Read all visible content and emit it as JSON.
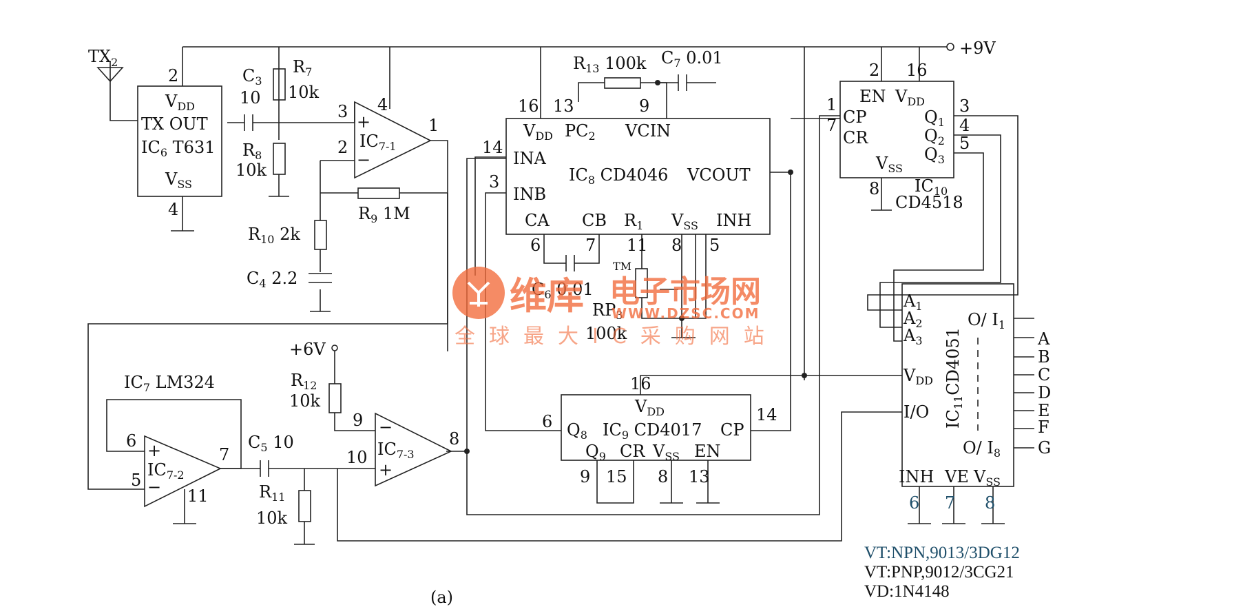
{
  "supply": {
    "main": "+9V",
    "aux": "+6V"
  },
  "antenna": {
    "label": "TX",
    "sub": "2"
  },
  "ic6": {
    "vdd": "V",
    "vdd_sub": "DD",
    "out": "TX OUT",
    "name": "IC",
    "name_sub": "6",
    "part": " T631",
    "vss": "V",
    "vss_sub": "SS",
    "pin_vdd": "2",
    "pin_vss": "4"
  },
  "ic7_1": {
    "name": "IC",
    "sub": "7-1",
    "pin_p": "3",
    "pin_n": "2",
    "pin_out": "1",
    "pin_vcc": "4"
  },
  "ic7_2": {
    "name": "IC",
    "sub": "7-2",
    "pin_p": "6",
    "pin_n": "5",
    "pin_out": "7",
    "pin_gnd": "11",
    "title": "IC",
    "title_sub": "7",
    "title_part": "LM324"
  },
  "ic7_3": {
    "name": "IC",
    "sub": "7-3",
    "pin_n": "9",
    "pin_p": "10",
    "pin_out": "8"
  },
  "ic8": {
    "vdd": "V",
    "vdd_sub": "DD",
    "pc": "PC",
    "pc_sub": "2",
    "vcin": "VCIN",
    "ina": "INA",
    "inb": "INB",
    "name": "IC",
    "name_sub": "8",
    "part": "CD4046",
    "vcout": "VCOUT",
    "ca": "CA",
    "cb": "CB",
    "r1": "R",
    "r1_sub": "1",
    "vss": "V",
    "vss_sub": "SS",
    "inh": "INH",
    "pins": {
      "vdd": "16",
      "pc2": "13",
      "vcin": "9",
      "ina": "14",
      "inb": "3",
      "ca": "6",
      "cb": "7",
      "r1": "11",
      "vss": "8",
      "inh": "5"
    }
  },
  "ic9": {
    "vdd": "V",
    "vdd_sub": "DD",
    "q8": "Q",
    "q8_sub": "8",
    "name": "IC",
    "name_sub": "9",
    "part": " CD4017",
    "cp": "CP",
    "q9": "Q",
    "q9_sub": "9",
    "cr": "CR",
    "vss": "V",
    "vss_sub": "SS",
    "en": "EN",
    "pins": {
      "vdd": "16",
      "q8": "6",
      "cp": "14",
      "q9": "9",
      "cr": "15",
      "vss": "8",
      "en": "13"
    }
  },
  "ic10": {
    "en": "EN",
    "vdd": "V",
    "vdd_sub": "DD",
    "cp": "CP",
    "cr": "CR",
    "q1": "Q",
    "q1_sub": "1",
    "q2": "Q",
    "q2_sub": "2",
    "q3": "Q",
    "q3_sub": "3",
    "vss": "V",
    "vss_sub": "SS",
    "name": "IC",
    "name_sub": "10",
    "part": "CD4518",
    "pins": {
      "en": "2",
      "vdd": "16",
      "cp": "1",
      "cr": "7",
      "q1": "3",
      "q2": "4",
      "q3": "5",
      "vss": "8"
    }
  },
  "ic11": {
    "a": "A",
    "a1": "1",
    "a2": "2",
    "a3": "3",
    "vdd": "V",
    "vdd_sub": "DD",
    "io": "I/O",
    "oi": "O/ I",
    "oi1": "1",
    "oi8": "8",
    "name": "IC",
    "name_sub": "11",
    "part": "CD4051",
    "inh": "INH",
    "ve": "VE",
    "vss": "V",
    "vss_sub": "SS",
    "outputs": [
      "A",
      "B",
      "C",
      "D",
      "E",
      "F",
      "G"
    ],
    "pins": {
      "inh": "6",
      "ve": "7",
      "vss": "8"
    }
  },
  "components": {
    "r7": {
      "n": "R",
      "s": "7",
      "v": "10k"
    },
    "r8": {
      "n": "R",
      "s": "8",
      "v": "10k"
    },
    "c3": {
      "n": "C",
      "s": "3",
      "v": "10"
    },
    "r9": {
      "n": "R",
      "s": "9",
      "v": "1M"
    },
    "r10": {
      "n": "R",
      "s": "10",
      "v": " 2k"
    },
    "c4": {
      "n": "C",
      "s": "4",
      "v": "2.2"
    },
    "r13": {
      "n": "R",
      "s": "13",
      "v": "100k"
    },
    "c7": {
      "n": "C",
      "s": "7",
      "v": " 0.01"
    },
    "c6": {
      "n": "C",
      "s": "6",
      "v": "0.01"
    },
    "rp3": {
      "n": "RP",
      "s": "3",
      "v": "100k"
    },
    "r12": {
      "n": "R",
      "s": "12",
      "v": "10k"
    },
    "c5": {
      "n": "C",
      "s": "5",
      "v": " 10"
    },
    "r11": {
      "n": "R",
      "s": "11",
      "v": "10k"
    }
  },
  "notes": [
    "VT:NPN,9013/3DG12",
    "VT:PNP,9012/3CG21",
    "VD:1N4148"
  ],
  "caption": "(a)",
  "watermark": {
    "brand": "维库",
    "title": "电子市场网",
    "url": "WWW.DZSC.COM",
    "slogan": "全球最大IC采购网站",
    "tm": "TM"
  },
  "colors": {
    "ink": "#222222",
    "note_blue": "#1f4f6a",
    "watermark": "#f26a3a"
  }
}
